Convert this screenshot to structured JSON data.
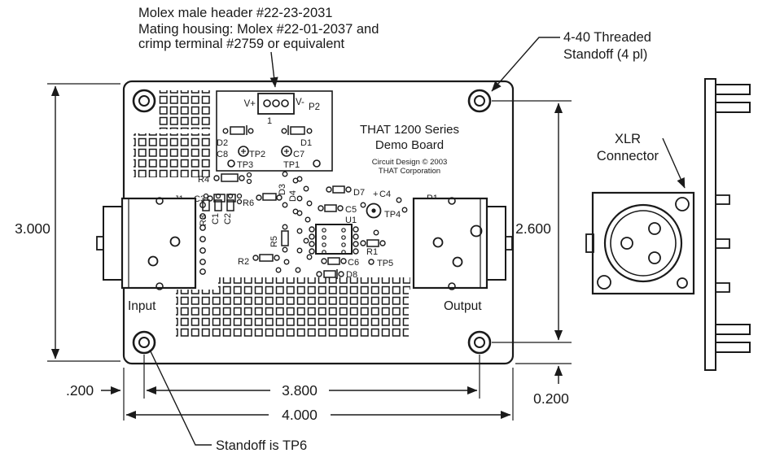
{
  "notes": {
    "molex_line1": "Molex male header  #22-23-2031",
    "molex_line2": "Mating housing: Molex #22-01-2037 and",
    "molex_line3": "crimp terminal #2759 or equivalent",
    "standoff_line1": "4-40 Threaded",
    "standoff_line2": "Standoff (4 pl)",
    "xlr_line1": "XLR",
    "xlr_line2": "Connector",
    "tp6_note": "Standoff is TP6"
  },
  "board": {
    "title_line1": "THAT 1200 Series",
    "title_line2": "Demo Board",
    "copyright_line1": "Circuit Design © 2003",
    "copyright_line2": "THAT Corporation",
    "input_label": "Input",
    "output_label": "Output"
  },
  "dimensions": {
    "height": "3.000",
    "standoff_height": "2.600",
    "edge_to_standoff": ".200",
    "standoff_width": "3.800",
    "width": "4.000",
    "standoff_edge_bottom": "0.200"
  },
  "components": {
    "v_plus": "V+",
    "v_minus": "V-",
    "p2": "P2",
    "pin1": "1",
    "d2": "D2",
    "d1": "D1",
    "c8": "C8",
    "c7": "C7",
    "tp1": "TP1",
    "tp2": "TP2",
    "tp3": "TP3",
    "r4": "R4",
    "j1": "J1",
    "c3": "C3",
    "r6": "R6",
    "d3": "D3",
    "d4": "D4",
    "d7": "D7",
    "c4_plus": "+",
    "c4": "C4",
    "p1": "P1",
    "c5": "C5",
    "tp4": "TP4",
    "u1": "U1",
    "r3": "R3",
    "c1": "C1",
    "c2": "C2",
    "r5": "R5",
    "r1": "R1",
    "r2": "R2",
    "c6": "C6",
    "tp5": "TP5",
    "d8": "D8"
  },
  "colors": {
    "ink": "#1a1a1a",
    "background": "#ffffff"
  }
}
